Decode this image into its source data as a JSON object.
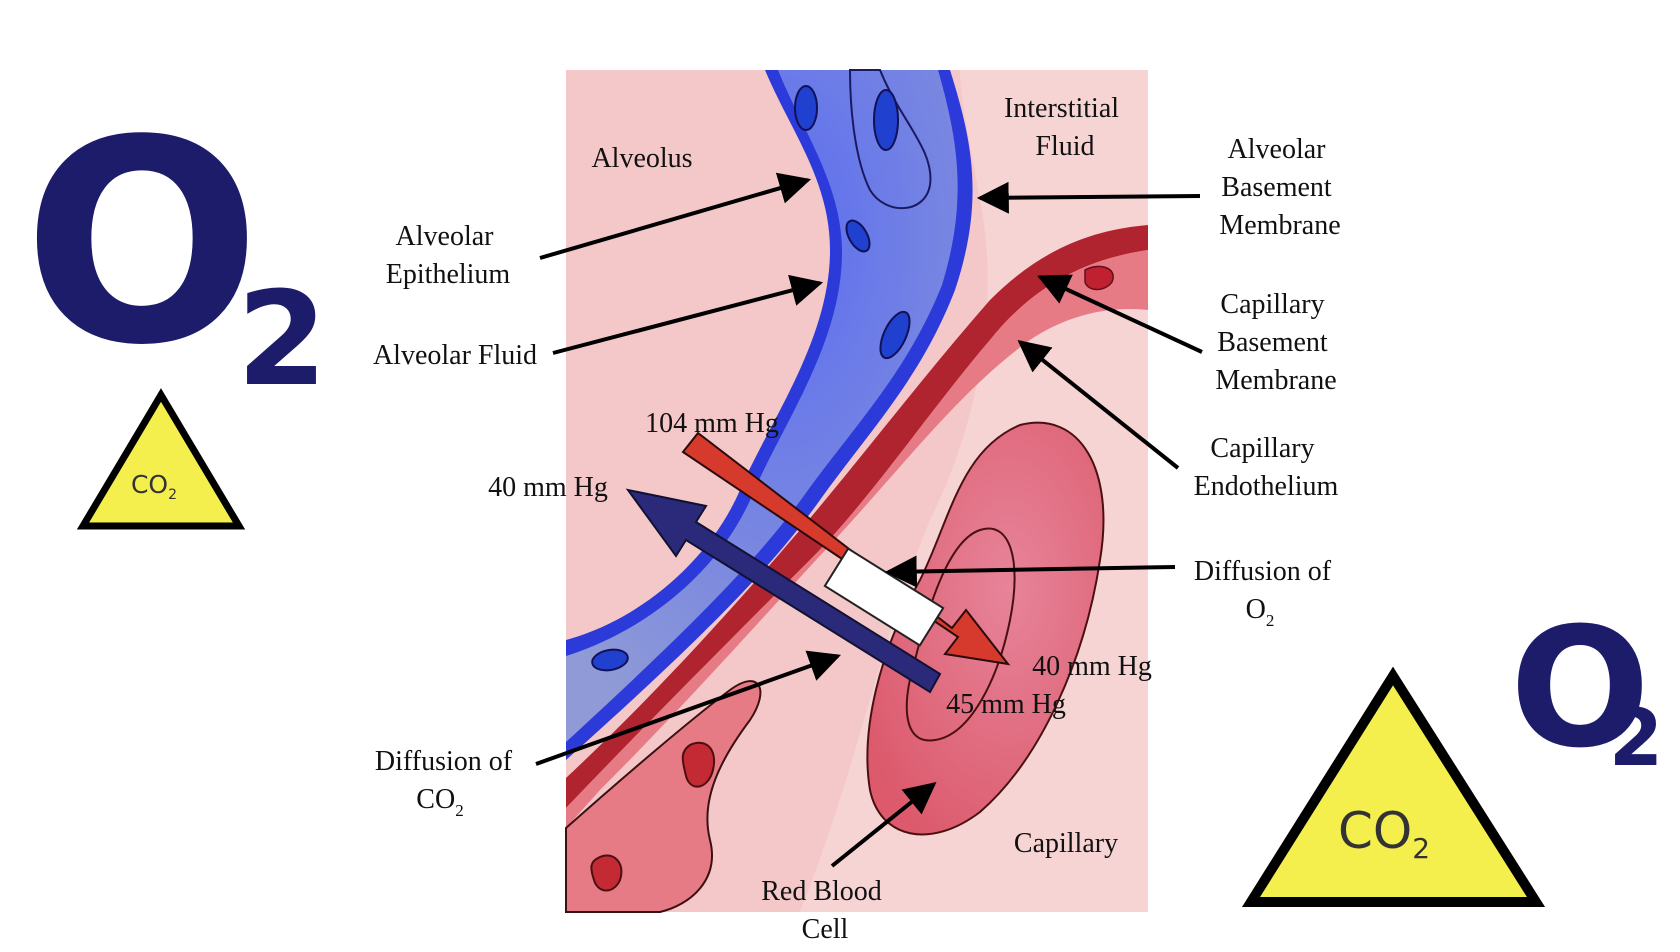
{
  "icons": {
    "o2_large": {
      "main": "O",
      "sub": "2"
    },
    "o2_small": {
      "main": "O",
      "sub": "2"
    },
    "co2_triangle_small": {
      "main": "CO",
      "sub": "2"
    },
    "co2_triangle_large": {
      "main": "CO",
      "sub": "2"
    }
  },
  "labels": {
    "alveolus": "Alveolus",
    "interstitial_fluid": [
      "Interstitial",
      "Fluid"
    ],
    "alveolar_basement_membrane": [
      "Alveolar",
      "Basement",
      "Membrane"
    ],
    "alveolar_epithelium": [
      "Alveolar",
      "Epithelium"
    ],
    "alveolar_fluid": "Alveolar Fluid",
    "capillary_basement_membrane": [
      "Capillary",
      "Basement",
      "Membrane"
    ],
    "capillary_endothelium": [
      "Capillary",
      "Endothelium"
    ],
    "p_104": "104 mm Hg",
    "p_40_alveolus": "40 mm Hg",
    "diffusion_o2": {
      "line1": "Diffusion of",
      "line2_main": "O",
      "line2_sub": "2"
    },
    "p_40_capillary": "40 mm Hg",
    "p_45": "45 mm Hg",
    "diffusion_co2": {
      "line1": "Diffusion of",
      "line2_main": "CO",
      "line2_sub": "2"
    },
    "red_blood_cell": [
      "Red Blood",
      "Cell"
    ],
    "capillary": "Capillary"
  },
  "colors": {
    "o2_text": "#1c1c6b",
    "alveolus_bg": "#f4c4c4",
    "epithelium_outline": "#2233cc",
    "epithelium_fill": "#8898d8",
    "capillary_wall": "#b82a33",
    "capillary_fill": "#e87882",
    "rbc_fill": "#e46a7c",
    "o2_arrow": "#d63a2c",
    "co2_arrow": "#2b2a7a",
    "warning_yellow": "#f5ef4e"
  }
}
